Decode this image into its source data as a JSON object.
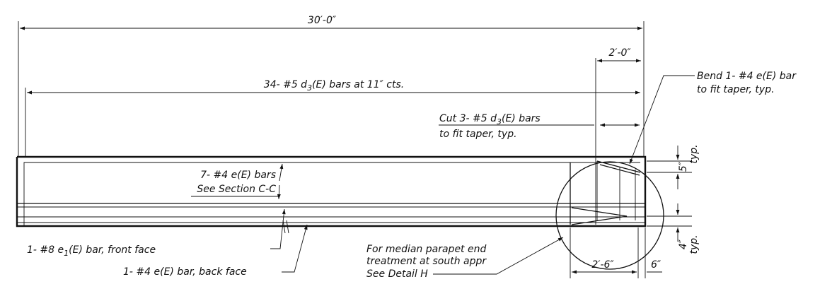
{
  "dimensions": {
    "overall": "30′-0″",
    "taper_length": "2′-0″",
    "bar_run_prefix": "34- #5 d",
    "bar_run_sub": "3",
    "bar_run_suffix": "(E) bars at 11″ cts.",
    "taper_top": "5″",
    "taper_top_note": "typ.",
    "taper_bottom": "4″",
    "taper_bottom_note": "typ.",
    "end_section": "2′-6″",
    "end_offset": "6″"
  },
  "notes": {
    "cut_bars_line1_prefix": "Cut 3- #5 d",
    "cut_bars_line1_sub": "3",
    "cut_bars_line1_suffix": "(E) bars",
    "cut_bars_line2": "to fit taper, typ.",
    "bend_bar_line1": "Bend 1- #4 e(E) bar",
    "bend_bar_line2": "to fit taper, typ.",
    "e_bars_line1": "7- #4 e(E) bars",
    "e_bars_line2": "See Section C-C",
    "front_bar_prefix": "1- #8 e",
    "front_bar_sub": "1",
    "front_bar_suffix": "(E) bar, front face",
    "back_bar": "1- #4 e(E) bar, back face",
    "median_line1": "For median parapet end",
    "median_line2": "treatment at south appr",
    "median_line3": "See Detail H"
  }
}
